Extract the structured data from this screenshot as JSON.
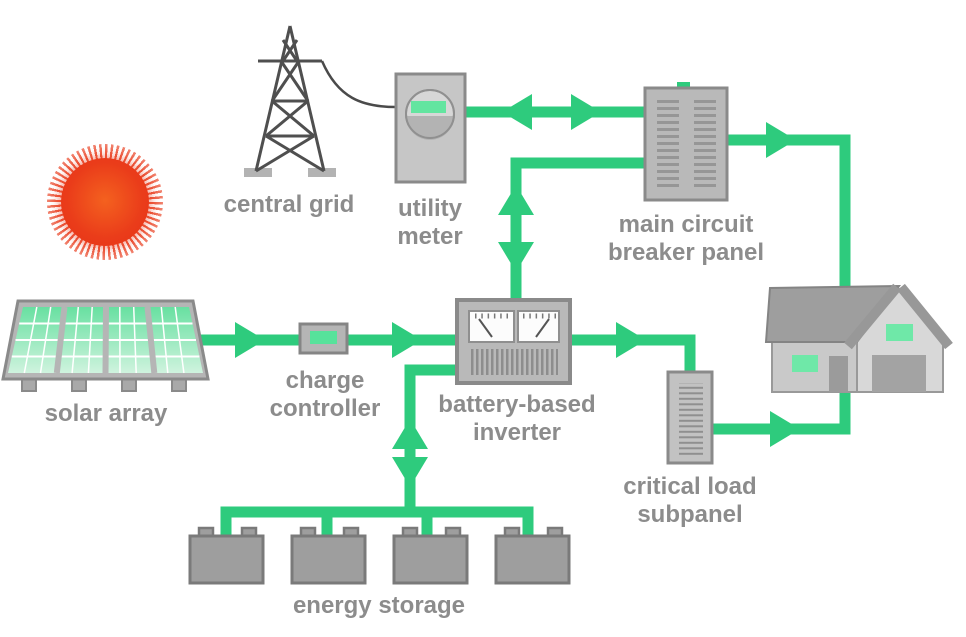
{
  "diagram": {
    "type": "solar-power-system-flow-diagram",
    "labels": {
      "central_grid": "central grid",
      "utility_meter": [
        "utility",
        "meter"
      ],
      "main_breaker_panel": [
        "main circuit",
        "breaker panel"
      ],
      "solar_array": "solar array",
      "charge_controller": [
        "charge",
        "controller"
      ],
      "battery_inverter": [
        "battery-based",
        "inverter"
      ],
      "critical_load_subpanel": [
        "critical load",
        "subpanel"
      ],
      "energy_storage": "energy storage"
    },
    "icons": [
      "sun-icon",
      "transmission-tower-icon",
      "utility-meter-icon",
      "main-breaker-panel-icon",
      "solar-array-icon",
      "charge-controller-icon",
      "battery-inverter-icon",
      "critical-load-subpanel-icon",
      "battery-icon",
      "house-icon",
      "flow-arrow-icon"
    ],
    "flows": [
      "solar array → charge controller → battery-based inverter",
      "battery-based inverter ↔ energy storage",
      "battery-based inverter ↔ main circuit breaker panel",
      "utility meter ↔ main circuit breaker panel",
      "main circuit breaker panel → house",
      "battery-based inverter → critical load subpanel → house",
      "central grid — utility meter (service drop wire)"
    ],
    "colors": {
      "flow_green": "#2ecb7d",
      "display_green": "#63e5a0",
      "cell_green_top": "#68e0a1",
      "cell_green_bottom": "#cff3de",
      "label_gray": "#8c8c8c",
      "component_fill": "#b9b9b9",
      "component_border": "#8a8a8a",
      "structure_gray": "#4f4f4f",
      "sun_red": "#e8391c",
      "background": "#ffffff"
    }
  }
}
